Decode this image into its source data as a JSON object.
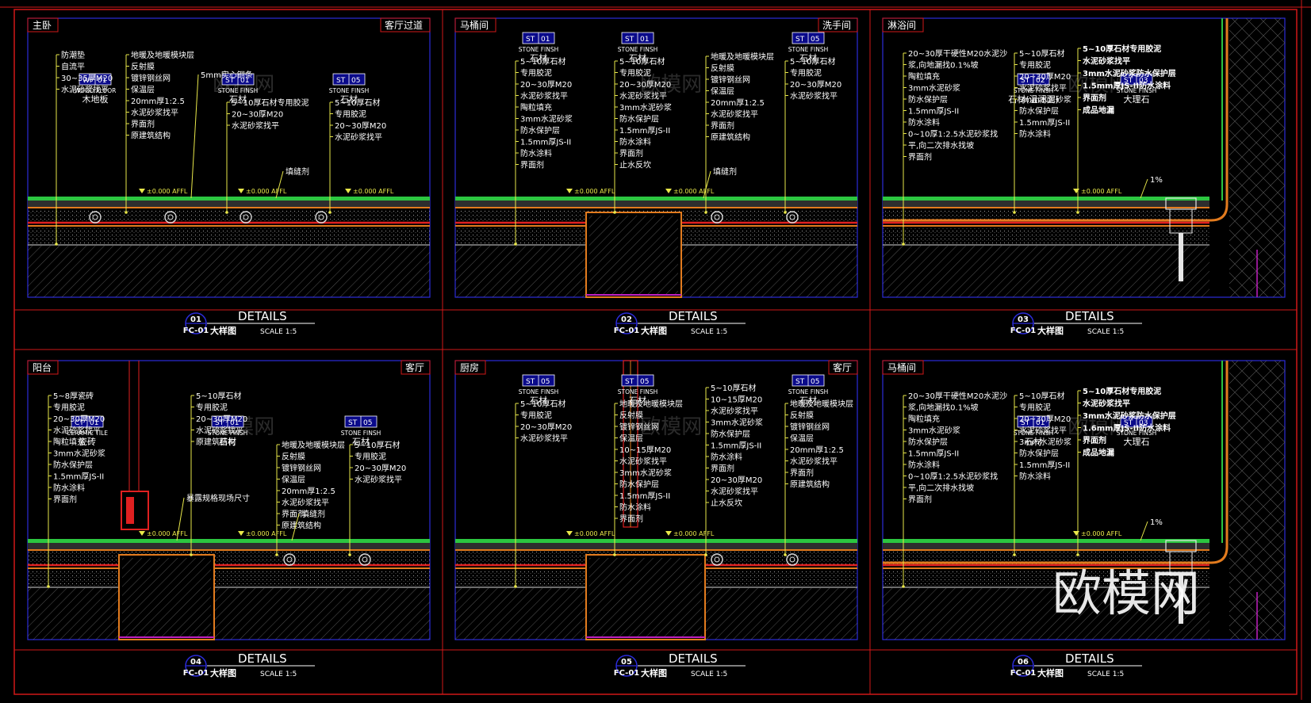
{
  "colors": {
    "background": "#000000",
    "frame_red": "#d11818",
    "panel_blue": "#2b2bd8",
    "leader_yellow": "#e9e84a",
    "finish_green": "#2cc640",
    "layer_orange": "#e27b1e",
    "layer_red": "#e02020",
    "magenta": "#c020c0",
    "tag_fill": "#0a0a8a",
    "watermark_gray": "#7a7a7a"
  },
  "watermark": "欧模网",
  "panels": [
    {
      "room_left": "主卧",
      "room_right": "客厅过道",
      "title": {
        "num": "01",
        "code": "FC-01",
        "heading": "DETAILS",
        "sub": "大样图",
        "scale": "SCALE   1:5"
      },
      "tags": [
        {
          "t": "WF",
          "n": "01",
          "t1": "WOOD FLOOR",
          "t2": "木地板"
        },
        {
          "t": "ST",
          "n": "01",
          "t1": "STONE FINSH",
          "t2": "石材"
        },
        {
          "t": "ST",
          "n": "05",
          "t1": "STONE FINSH",
          "t2": "石材"
        }
      ],
      "cols": [
        [
          "防潮垫",
          "自流平",
          "30~35厚M20",
          "水泥砂浆找平"
        ],
        [
          "地暖及地暖模块层",
          "反射膜",
          "镀锌钢丝网",
          "保温层",
          "20mm厚1:2.5",
          "水泥砂浆找平",
          "界面剂",
          "原建筑结构"
        ],
        [
          "5~10厚石材专用胶泥",
          "20~30厚M20",
          "水泥砂浆找平"
        ],
        [
          "5~10厚石材",
          "专用胶泥",
          "20~30厚M20",
          "水泥砂浆找平"
        ]
      ],
      "notes": [
        "5mm实心铜条",
        "填缝剂"
      ],
      "levels": [
        "±0.000 AFFL",
        "±0.000 AFFL",
        "±0.000 AFFL"
      ]
    },
    {
      "room_left": "马桶间",
      "room_right": "洗手间",
      "title": {
        "num": "02",
        "code": "FC-01",
        "heading": "DETAILS",
        "sub": "大样图",
        "scale": "SCALE   1:5"
      },
      "tags": [
        {
          "t": "ST",
          "n": "01",
          "t1": "STONE FINSH",
          "t2": "石材"
        },
        {
          "t": "ST",
          "n": "01",
          "t1": "STONE FINSH",
          "t2": "石材"
        },
        {
          "t": "ST",
          "n": "05",
          "t1": "STONE FINSH",
          "t2": "石材"
        }
      ],
      "cols": [
        [
          "5~10厚石材",
          "专用胶泥",
          "20~30厚M20",
          "水泥砂浆找平",
          "陶粒填充",
          "3mm水泥砂浆",
          "防水保护层",
          "1.5mm厚JS-II",
          "防水涂料",
          "界面剂"
        ],
        [
          "5~10厚石材",
          "专用胶泥",
          "20~30厚M20",
          "水泥砂浆找平",
          "3mm水泥砂浆",
          "防水保护层",
          "1.5mm厚JS-II",
          "防水涂料",
          "界面剂",
          "止水反坎"
        ],
        [
          "地暖及地暖模块层",
          "反射膜",
          "镀锌钢丝网",
          "保温层",
          "20mm厚1:2.5",
          "水泥砂浆找平",
          "界面剂",
          "原建筑结构"
        ],
        [
          "5~10厚石材",
          "专用胶泥",
          "20~30厚M20",
          "水泥砂浆找平"
        ]
      ],
      "notes": [
        "填缝剂"
      ],
      "levels": [
        "±0.000 AFFL",
        "±0.000 AFFL"
      ]
    },
    {
      "room_left": "淋浴间",
      "room_right": "",
      "title": {
        "num": "03",
        "code": "FC-01",
        "heading": "DETAILS",
        "sub": "大样图",
        "scale": "SCALE   1:5"
      },
      "tags": [
        {
          "t": "ST",
          "n": "02",
          "t1": "STONE FINSH",
          "t2": "石材(温润面)"
        },
        {
          "t": "ST",
          "n": "03",
          "t1": "STONE FINSH",
          "t2": "大理石"
        }
      ],
      "cols": [
        [
          "20~30厚干硬性M20水泥沙",
          "浆,向地漏找0.1%坡",
          "陶粒填充",
          "3mm水泥砂浆",
          "防水保护层",
          "1.5mm厚JS-II",
          "防水涂料",
          "0~10厚1:2.5水泥砂浆找",
          "平,向二次排水找坡",
          "界面剂"
        ],
        [
          "5~10厚石材",
          "专用胶泥",
          "20~30厚M20",
          "水泥砂浆找平",
          "3mm水泥砂浆",
          "防水保护层",
          "1.5mm厚JS-II",
          "防水涂料"
        ],
        [
          "5~10厚石材专用胶泥",
          "水泥砂浆找平",
          "3mm水泥砂浆防水保护层",
          "1.5mm厚JS-II防水涂料",
          "界面剂",
          "成品地漏"
        ],
        []
      ],
      "notes": [
        "1%"
      ],
      "levels": [
        "±0.000 AFFL"
      ]
    },
    {
      "room_left": "阳台",
      "room_right": "客厅",
      "title": {
        "num": "04",
        "code": "FC-01",
        "heading": "DETAILS",
        "sub": "大样图",
        "scale": "SCALE   1:5"
      },
      "tags": [
        {
          "t": "CT",
          "n": "01",
          "t1": "CERAMIC TILE",
          "t2": "瓷砖"
        },
        {
          "t": "ST",
          "n": "01",
          "t1": "STONE FINSH",
          "t2": "石材"
        },
        {
          "t": "ST",
          "n": "05",
          "t1": "STONE FINSH",
          "t2": "石材"
        }
      ],
      "cols": [
        [
          "5~8厚瓷砖",
          "专用胶泥",
          "20~30厚M20",
          "水泥砂浆找平",
          "陶粒填充",
          "3mm水泥砂浆",
          "防水保护层",
          "1.5mm厚JS-II",
          "防水涂料",
          "界面剂"
        ],
        [
          "5~10厚石材",
          "专用胶泥",
          "20~30厚M20",
          "水泥砂浆找平",
          "原建筑结构"
        ],
        [
          "地暖及地暖模块层",
          "反射膜",
          "镀锌钢丝网",
          "保温层",
          "20mm厚1:2.5",
          "水泥砂浆找平",
          "界面剂",
          "原建筑结构"
        ],
        [
          "5~10厚石材",
          "专用胶泥",
          "20~30厚M20",
          "水泥砂浆找平"
        ]
      ],
      "notes": [
        "填缝剂",
        "暴露规格现场尺寸"
      ],
      "levels": [
        "±0.000 AFFL",
        "±0.000 AFFL"
      ]
    },
    {
      "room_left": "厨房",
      "room_right": "客厅",
      "title": {
        "num": "05",
        "code": "FC-01",
        "heading": "DETAILS",
        "sub": "大样图",
        "scale": "SCALE   1:5"
      },
      "tags": [
        {
          "t": "ST",
          "n": "05",
          "t1": "STONE FINSH",
          "t2": "石材"
        },
        {
          "t": "ST",
          "n": "05",
          "t1": "STONE FINSH",
          "t2": "石材"
        },
        {
          "t": "ST",
          "n": "05",
          "t1": "STONE FINSH",
          "t2": "石材"
        }
      ],
      "cols": [
        [
          "5~10厚石材",
          "专用胶泥",
          "20~30厚M20",
          "水泥砂浆找平"
        ],
        [
          "地暖及地暖模块层",
          "反射膜",
          "镀锌钢丝网",
          "保温层",
          "10~15厚M20",
          "水泥砂浆找平",
          "3mm水泥砂浆",
          "防水保护层",
          "1.5mm厚JS-II",
          "防水涂料",
          "界面剂"
        ],
        [
          "5~10厚石材",
          "10~15厚M20",
          "水泥砂浆找平",
          "3mm水泥砂浆",
          "防水保护层",
          "1.5mm厚JS-II",
          "防水涂料",
          "界面剂",
          "20~30厚M20",
          "水泥砂浆找平",
          "止水反坎"
        ],
        [
          "地暖及地暖模块层",
          "反射膜",
          "镀锌钢丝网",
          "保温层",
          "20mm厚1:2.5",
          "水泥砂浆找平",
          "界面剂",
          "原建筑结构"
        ]
      ],
      "notes": [],
      "levels": [
        "±0.000 AFFL",
        "±0.000 AFFL"
      ]
    },
    {
      "room_left": "马桶间",
      "room_right": "",
      "title": {
        "num": "06",
        "code": "FC-01",
        "heading": "DETAILS",
        "sub": "大样图",
        "scale": "SCALE   1:5"
      },
      "tags": [
        {
          "t": "ST",
          "n": "01",
          "t1": "STONE FINSH",
          "t2": "石材"
        },
        {
          "t": "ST",
          "n": "03",
          "t1": "STONE FINSH",
          "t2": "大理石"
        }
      ],
      "cols": [
        [
          "20~30厚干硬性M20水泥沙",
          "浆,向地漏找0.1%坡",
          "陶粒填充",
          "3mm水泥砂浆",
          "防水保护层",
          "1.5mm厚JS-II",
          "防水涂料",
          "0~10厚1:2.5水泥砂浆找",
          "平,向二次排水找坡",
          "界面剂"
        ],
        [
          "5~10厚石材",
          "专用胶泥",
          "20~30厚M20",
          "水泥砂浆找平",
          "3mm水泥砂浆",
          "防水保护层",
          "1.5mm厚JS-II",
          "防水涂料"
        ],
        [
          "5~10厚石材专用胶泥",
          "水泥砂浆找平",
          "3mm水泥砂浆防水保护层",
          "1.6mm厚JS-II防水涂料",
          "界面剂",
          "成品地漏"
        ],
        []
      ],
      "notes": [
        "1%"
      ],
      "levels": [
        "±0.000 AFFL"
      ]
    }
  ]
}
